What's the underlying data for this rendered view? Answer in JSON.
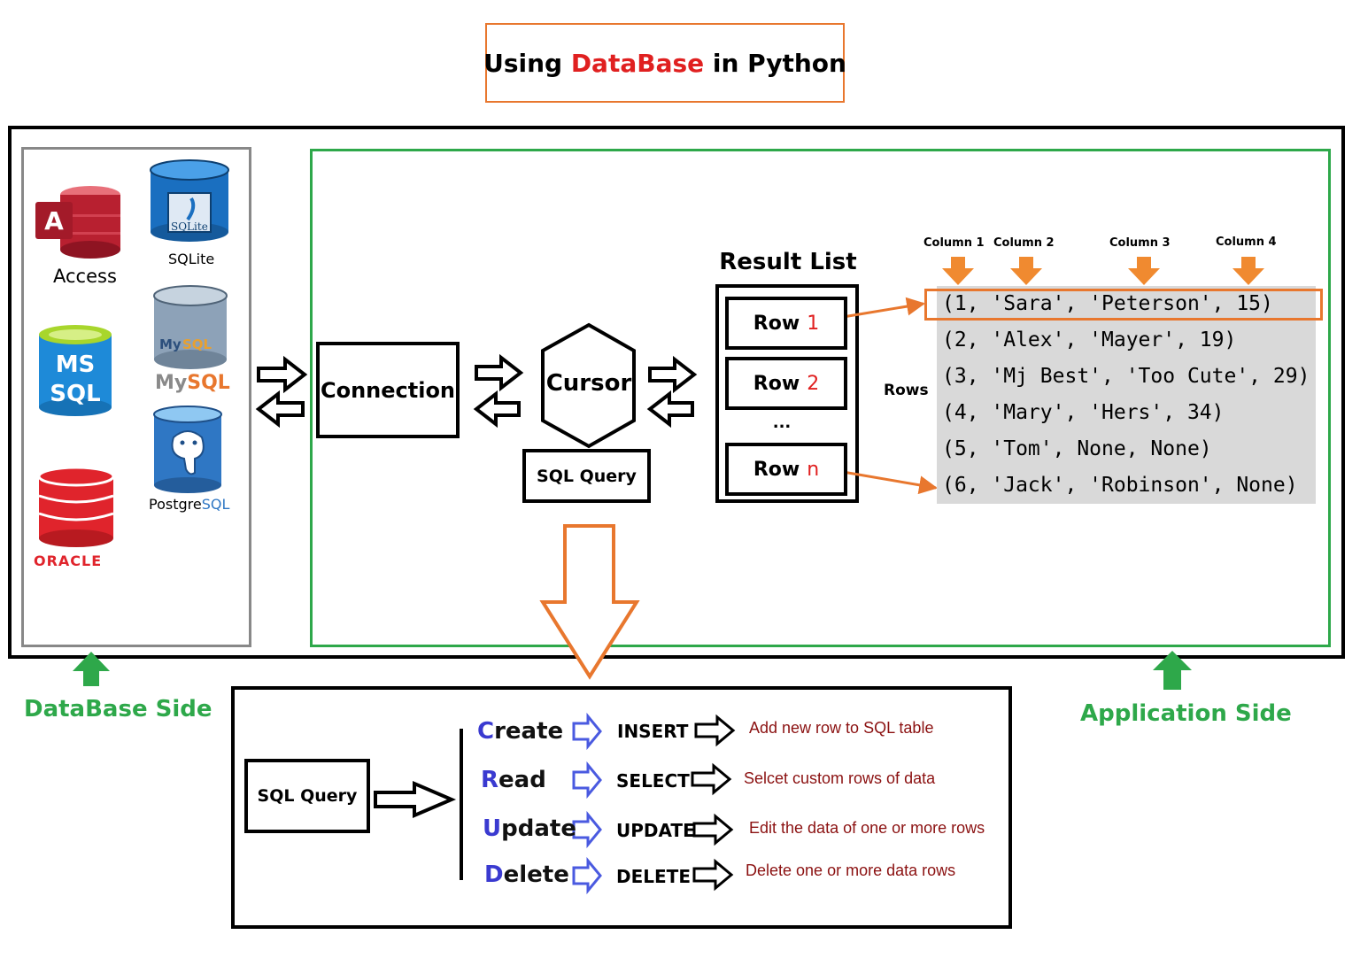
{
  "title": {
    "prefix": "Using ",
    "highlight": "DataBase",
    "suffix": " in Python"
  },
  "database_side": {
    "label": "DataBase Side",
    "logos": [
      {
        "icon": "access-icon",
        "label": "Access"
      },
      {
        "icon": "sqlite-icon",
        "label": "SQLite",
        "badge": "SQLite"
      },
      {
        "icon": "mssql-icon",
        "label_lines": [
          "MS",
          "SQL"
        ]
      },
      {
        "icon": "mysql-icon",
        "label_a": "My",
        "label_b": "SQL"
      },
      {
        "icon": "postgresql-icon",
        "label_a": "Postgre",
        "label_b": "SQL"
      },
      {
        "icon": "oracle-icon",
        "label": "ORACLE"
      }
    ]
  },
  "application_side": {
    "label": "Application Side",
    "connection": "Connection",
    "cursor": "Cursor",
    "sql_query": "SQL Query",
    "result_list_title": "Result List",
    "rows": [
      {
        "label": "Row",
        "num": "1"
      },
      {
        "label": "Row",
        "num": "2"
      },
      {
        "label": "Row",
        "num": "n"
      }
    ],
    "ellipsis": "...",
    "rows_label": "Rows",
    "columns": [
      "Column 1",
      "Column 2",
      "Column 3",
      "Column 4"
    ],
    "result_rows": [
      "(1, 'Sara', 'Peterson', 15)",
      "(2, 'Alex', 'Mayer', 19)",
      "(3, 'Mj Best', 'Too Cute', 29)",
      "(4, 'Mary', 'Hers', 34)",
      "(5, 'Tom', None, None)",
      "(6, 'Jack', 'Robinson', None)"
    ]
  },
  "crud": {
    "sql_query": "SQL Query",
    "items": [
      {
        "initial": "C",
        "rest": "reate",
        "keyword": "INSERT",
        "desc": "Add new row to SQL table"
      },
      {
        "initial": "R",
        "rest": "ead",
        "keyword": "SELECT",
        "desc": "Selcet custom rows of data"
      },
      {
        "initial": "U",
        "rest": "pdate",
        "keyword": "UPDATE",
        "desc": "Edit the data of one or more rows"
      },
      {
        "initial": "D",
        "rest": "elete",
        "keyword": "DELETE",
        "desc": "Delete one or more data rows"
      }
    ]
  },
  "colors": {
    "orange": "#e8772e",
    "green": "#2ea84a",
    "red": "#e02020",
    "blue": "#3a3ad0",
    "dark_red": "#8b1111"
  }
}
